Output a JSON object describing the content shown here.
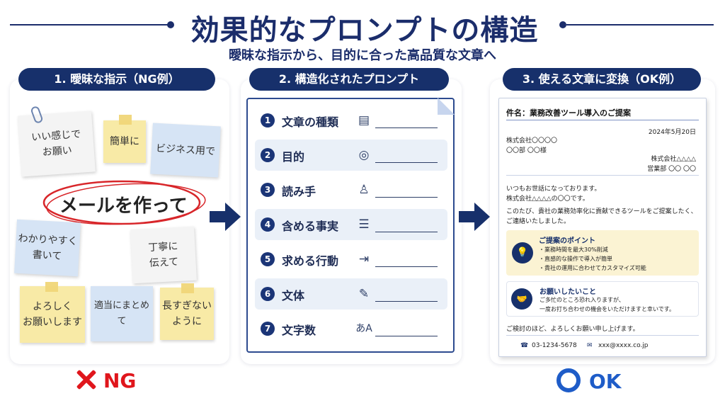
{
  "title": "効果的なプロンプトの構造",
  "subtitle": "曖昧な指示から、目的に合った高品質な文章へ",
  "sections": {
    "ng": "1. 曖昧な指示（NG例）",
    "structured": "2. 構造化されたプロンプト",
    "ok": "3. 使える文章に変換（OK例）"
  },
  "notes": {
    "n1": "いい感じで\nお願い",
    "n2": "簡単に",
    "n3": "ビジネス用で",
    "main": "メールを作って",
    "n4": "わかりやすく\n書いて",
    "n5": "丁寧に\n伝えて",
    "n6": "よろしく\nお願いします",
    "n7": "適当にまとめて",
    "n8": "長すぎない\nように"
  },
  "prompt_items": [
    {
      "num": "1",
      "label": "文章の種類",
      "icon": "document-icon",
      "glyph": "▤"
    },
    {
      "num": "2",
      "label": "目的",
      "icon": "target-icon",
      "glyph": "◎"
    },
    {
      "num": "3",
      "label": "読み手",
      "icon": "person-icon",
      "glyph": "♙"
    },
    {
      "num": "4",
      "label": "含める事実",
      "icon": "list-icon",
      "glyph": "☰"
    },
    {
      "num": "5",
      "label": "求める行動",
      "icon": "chat-arrow-icon",
      "glyph": "⇥"
    },
    {
      "num": "6",
      "label": "文体",
      "icon": "pencil-icon",
      "glyph": "✎"
    },
    {
      "num": "7",
      "label": "文字数",
      "icon": "text-size-icon",
      "glyph": "あA"
    }
  ],
  "letter": {
    "subject": "件名：業務改善ツール導入のご提案",
    "date": "2024年5月20日",
    "to_company": "株式会社〇〇〇〇",
    "to_person": "〇〇部 〇〇様",
    "from_company": "株式会社△△△△",
    "from_person": "営業部 〇〇 〇〇",
    "greeting1": "いつもお世話になっております。",
    "greeting2": "株式会社△△△△の〇〇です。",
    "body1": "このたび、貴社の業務効率化に貢献できるツールをご提案したく、",
    "body2": "ご連絡いたしました。",
    "points_title": "ご提案のポイント",
    "points": [
      "・業務時間を最大30%削減",
      "・直感的な操作で導入が簡単",
      "・貴社の運用に合わせてカスタマイズ可能"
    ],
    "ask_title": "お願いしたいこと",
    "ask1": "ご多忙のところ恐れ入りますが、",
    "ask2": "一度お打ち合わせの機会をいただけますと幸いです。",
    "closing": "ご検討のほど、よろしくお願い申し上げます。",
    "phone": "03-1234-5678",
    "email": "xxx@xxxx.co.jp"
  },
  "verdict": {
    "ng": "NG",
    "ok": "OK"
  },
  "colors": {
    "navy": "#17306b",
    "ng_red": "#e0161c",
    "ok_blue": "#1e5cc8"
  }
}
